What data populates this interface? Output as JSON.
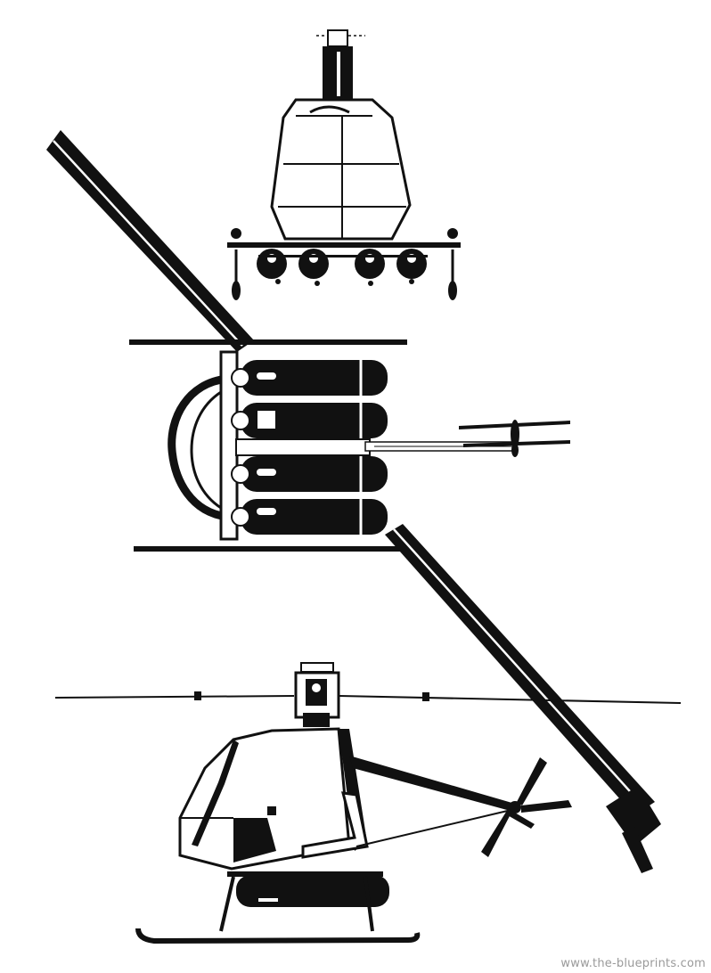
{
  "figure": {
    "views": [
      "front-view",
      "top-view",
      "side-view"
    ]
  },
  "watermark": {
    "text": "www.the-blueprints.com"
  },
  "colors": {
    "ink": "#111111",
    "paper": "#ffffff",
    "watermark": "#9a9a9a"
  }
}
